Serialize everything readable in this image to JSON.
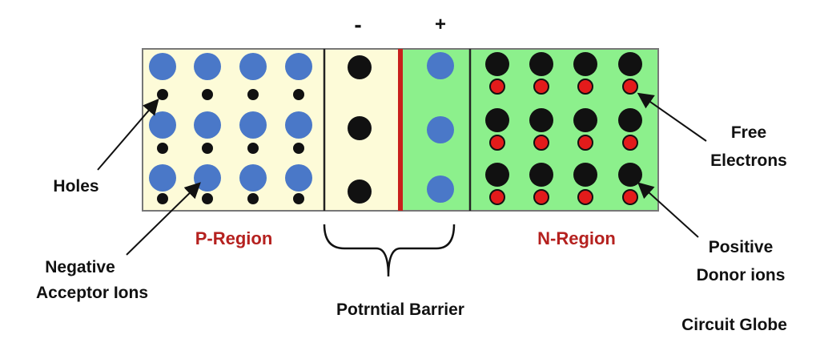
{
  "title_signs": {
    "minus": "-",
    "plus": "+"
  },
  "labels": {
    "holes": "Holes",
    "negative_acceptor_1": "Negative",
    "negative_acceptor_2": "Acceptor Ions",
    "p_region": "P-Region",
    "n_region": "N-Region",
    "potential_barrier": "Potrntial Barrier",
    "free_electrons_1": "Free",
    "free_electrons_2": "Electrons",
    "positive_donor_1": "Positive",
    "positive_donor_2": "Donor ions",
    "credit": "Circuit Globe"
  },
  "colors": {
    "p_region": "#fdfbd8",
    "n_region": "#8cf08c",
    "acceptor_ion": "#4a78c8",
    "donor_ion": "#e31b1b",
    "electron": "#111111",
    "junction": "#c8201c",
    "region_label": "#b5211f"
  }
}
